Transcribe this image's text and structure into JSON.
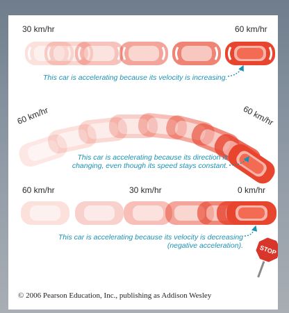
{
  "rows": [
    {
      "labels": [
        "30 km/hr",
        "60 km/hr"
      ],
      "caption": [
        "This car is accelerating because its velocity is increasing."
      ]
    },
    {
      "labels": [
        "60 km/hr",
        "60 km/hr"
      ],
      "caption": [
        "This car is accelerating because its direction is",
        "changing, even though its speed stays constant."
      ]
    },
    {
      "labels": [
        "60 km/hr",
        "30 km/hr",
        "0 km/hr"
      ],
      "caption": [
        "This car is accelerating because its velocity is decreasing",
        "(negative acceleration)."
      ]
    }
  ],
  "sign": {
    "text": "STOP",
    "color": "#d8352b"
  },
  "credit": "© 2006 Pearson Education, Inc., publishing as Addison Wesley",
  "colors": {
    "car": "#e8452f",
    "caption": "#1b91b3"
  }
}
